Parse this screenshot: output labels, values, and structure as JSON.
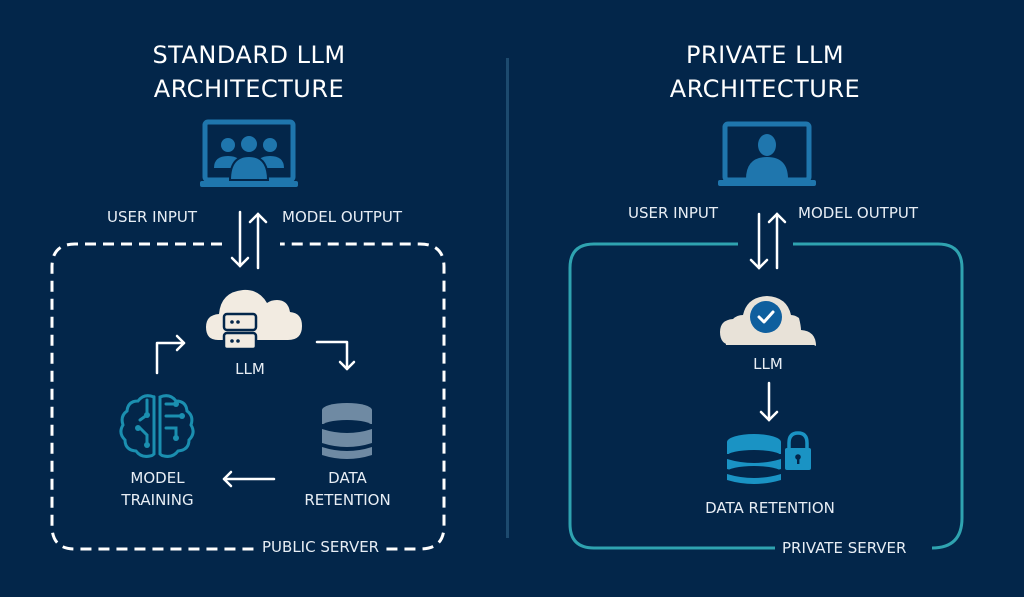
{
  "standard": {
    "title_line1": "STANDARD LLM",
    "title_line2": "ARCHITECTURE",
    "user_icon": "laptop-group-users-icon",
    "user_input": "USER INPUT",
    "model_output": "MODEL OUTPUT",
    "llm_icon": "cloud-server-icon",
    "llm_label": "LLM",
    "training_icon": "brain-circuit-icon",
    "training_line1": "MODEL",
    "training_line2": "TRAINING",
    "retention_icon": "database-icon",
    "retention_line1": "DATA",
    "retention_line2": "RETENTION",
    "server_label": "PUBLIC SERVER",
    "border_style": "dashed",
    "border_color": "#ffffff"
  },
  "private": {
    "title_line1": "PRIVATE LLM",
    "title_line2": "ARCHITECTURE",
    "user_icon": "laptop-single-user-icon",
    "user_input": "USER INPUT",
    "model_output": "MODEL OUTPUT",
    "llm_icon": "cloud-check-icon",
    "llm_label": "LLM",
    "retention_icon": "database-lock-icon",
    "retention_label": "DATA RETENTION",
    "server_label": "PRIVATE SERVER",
    "border_style": "solid",
    "border_color": "#2fa3b0"
  },
  "colors": {
    "background": "#03264a",
    "laptop_blue": "#1f76ad",
    "cloud_cream": "#f2ebe1",
    "brain_teal": "#1b8fb0",
    "database_gray": "#6f8aa3",
    "database_blue": "#1a93c4",
    "check_blue": "#0f5f9e",
    "teal_border": "#2fa3b0"
  }
}
